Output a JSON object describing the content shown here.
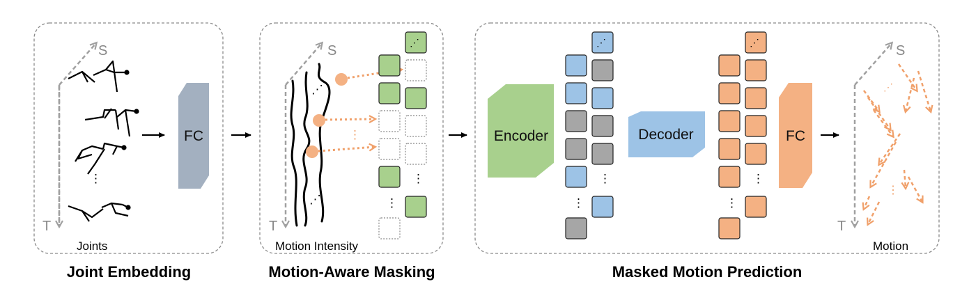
{
  "panels": {
    "joint_embedding": {
      "title": "Joint Embedding",
      "caption": "Joints",
      "block": "FC",
      "axis_s": "S",
      "axis_t": "T"
    },
    "motion_masking": {
      "title": "Motion-Aware Masking",
      "caption": "Motion Intensity",
      "axis_s": "S",
      "axis_t": "T"
    },
    "masked_prediction": {
      "title": "Masked Motion Prediction",
      "caption": "Motion",
      "encoder": "Encoder",
      "decoder": "Decoder",
      "fc": "FC",
      "axis_s": "S",
      "axis_t": "T"
    }
  },
  "colors": {
    "fc_gray": "#a3b0c0",
    "green": "#a8d08d",
    "blue": "#9dc3e6",
    "orange": "#f4b183",
    "gray_token": "#a6a6a6",
    "dashed_orange": "#f0a06a",
    "border": "#8a8a8a"
  }
}
